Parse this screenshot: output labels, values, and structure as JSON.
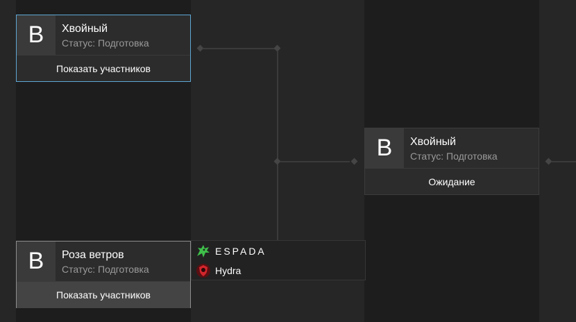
{
  "bracket": {
    "cards": [
      {
        "letter": "B",
        "team_name": "Хвойный",
        "status": "Статус: Подготовка",
        "action": "Показать участников"
      },
      {
        "letter": "B",
        "team_name": "Хвойный",
        "status": "Статус: Подготовка",
        "action": "Ожидание"
      },
      {
        "letter": "B",
        "team_name": "Роза ветров",
        "status": "Статус: Подготовка",
        "action": "Показать участников"
      }
    ],
    "match": {
      "teams": [
        {
          "name": "ESPADA",
          "logo_icon": "espada-dragon-icon",
          "logo_color": "#3fbf4a"
        },
        {
          "name": "Hydra",
          "logo_icon": "hydra-shield-icon",
          "logo_color": "#d2262c"
        }
      ]
    }
  },
  "colors": {
    "selected_border": "#5fa8d6",
    "connector": "#3b3b3b"
  }
}
